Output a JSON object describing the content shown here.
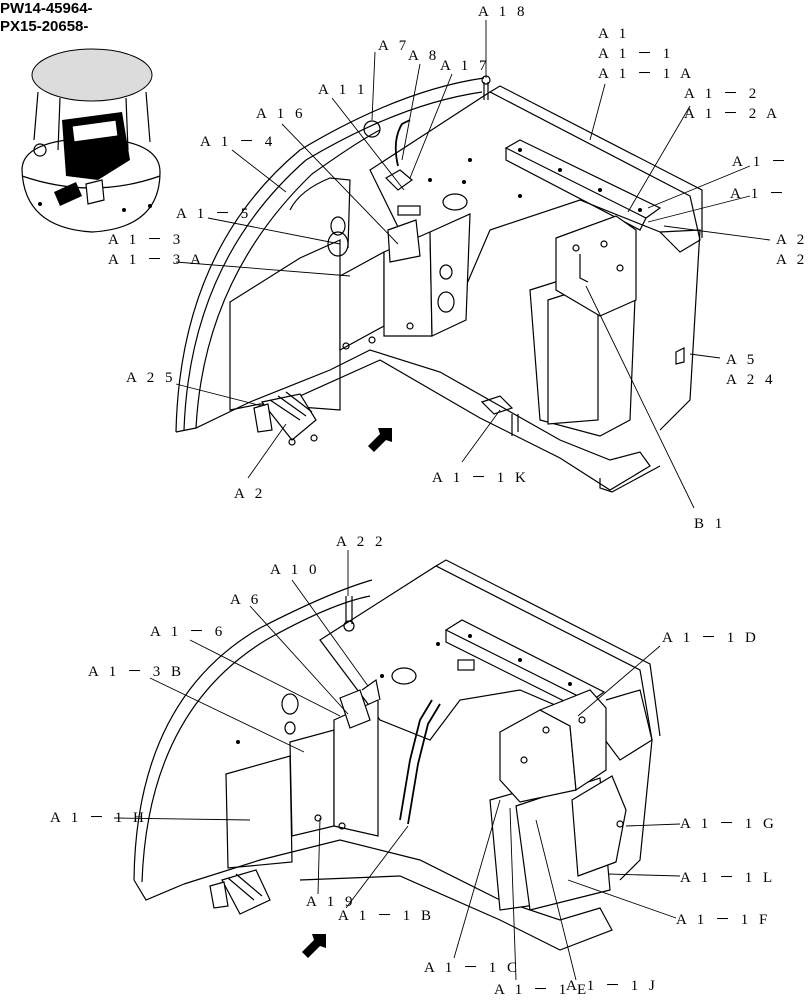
{
  "header": {
    "serial_1": "PW14-45964-",
    "serial_2": "PX15-20658-"
  },
  "top_view": {
    "labels": {
      "A18": "A 1 8",
      "A1": "A 1",
      "A1_1": "A 1 － 1",
      "A1_1A": "A 1 － 1 A",
      "A7": "A 7",
      "A8": "A 8",
      "A17": "A 1 7",
      "A1_2": "A 1 － 2",
      "A1_2A": "A 1 － 2 A",
      "A11": "A 1 1",
      "A16": "A 1 6",
      "A1_4": "A 1 － 4",
      "A1_right1": "A 1 －",
      "A1_right2": "A 1 －",
      "A1_5": "A 1 － 5",
      "A2_right1": "A 2",
      "A2_right2": "A 2",
      "A1_3": "A 1 － 3",
      "A1_3A": "A 1 － 3 A",
      "A5": "A 5",
      "A24": "A 2 4",
      "A25": "A 2 5",
      "A1_1K": "A 1 － 1 K",
      "A2": "A 2",
      "B1": "B 1"
    }
  },
  "bottom_view": {
    "labels": {
      "A22": "A 2 2",
      "A10": "A 1 0",
      "A6": "A 6",
      "A1_6": "A 1 － 6",
      "A1_1D": "A 1 － 1 D",
      "A1_3B": "A 1 － 3 B",
      "A1_1H": "A 1 － 1 H",
      "A1_1G": "A 1 － 1 G",
      "A1_1L": "A 1 － 1 L",
      "A19": "A 1 9",
      "A1_1B": "A 1 － 1 B",
      "A1_1F": "A 1 － 1 F",
      "A1_1C": "A 1 － 1 C",
      "A1_1E": "A 1 － 1 E",
      "A1_1J": "A 1 － 1 J"
    }
  }
}
